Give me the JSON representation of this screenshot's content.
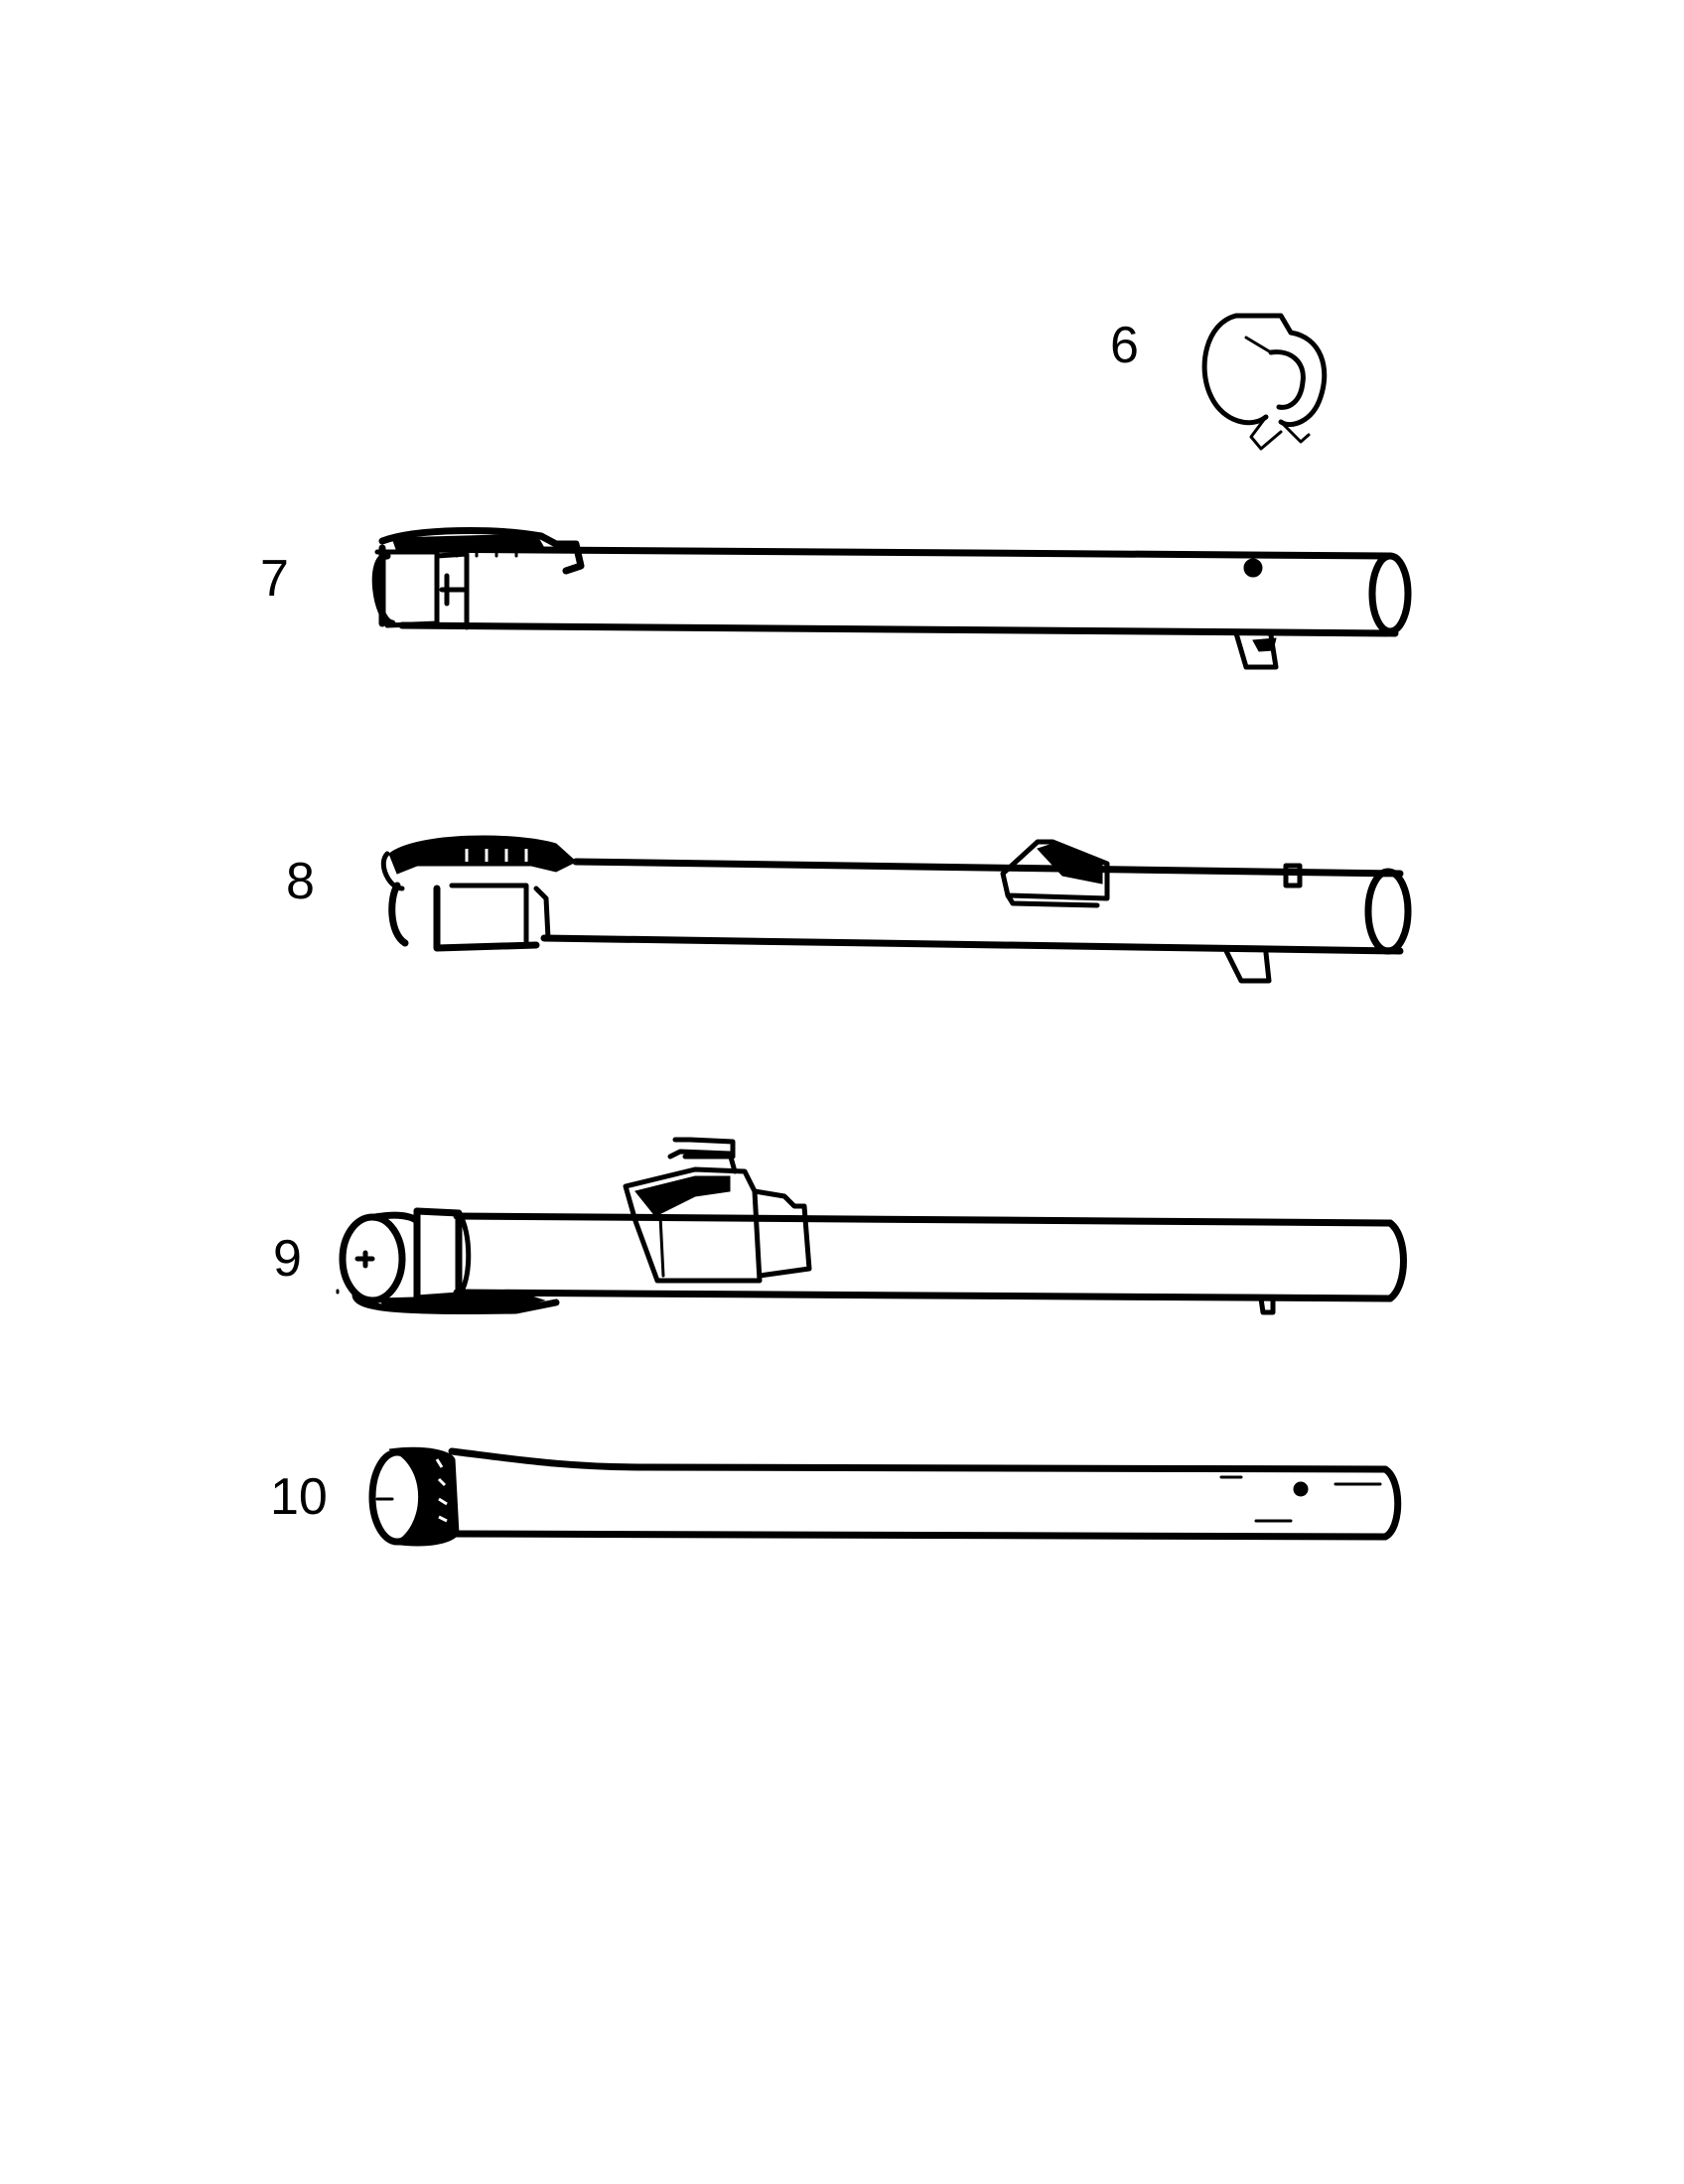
{
  "parts": [
    {
      "id": "part-6",
      "label": "6",
      "item": "clip"
    },
    {
      "id": "part-7",
      "label": "7",
      "item": "wand"
    },
    {
      "id": "part-8",
      "label": "8",
      "item": "wand"
    },
    {
      "id": "part-9",
      "label": "9",
      "item": "wand"
    },
    {
      "id": "part-10",
      "label": "10",
      "item": "wand"
    }
  ]
}
